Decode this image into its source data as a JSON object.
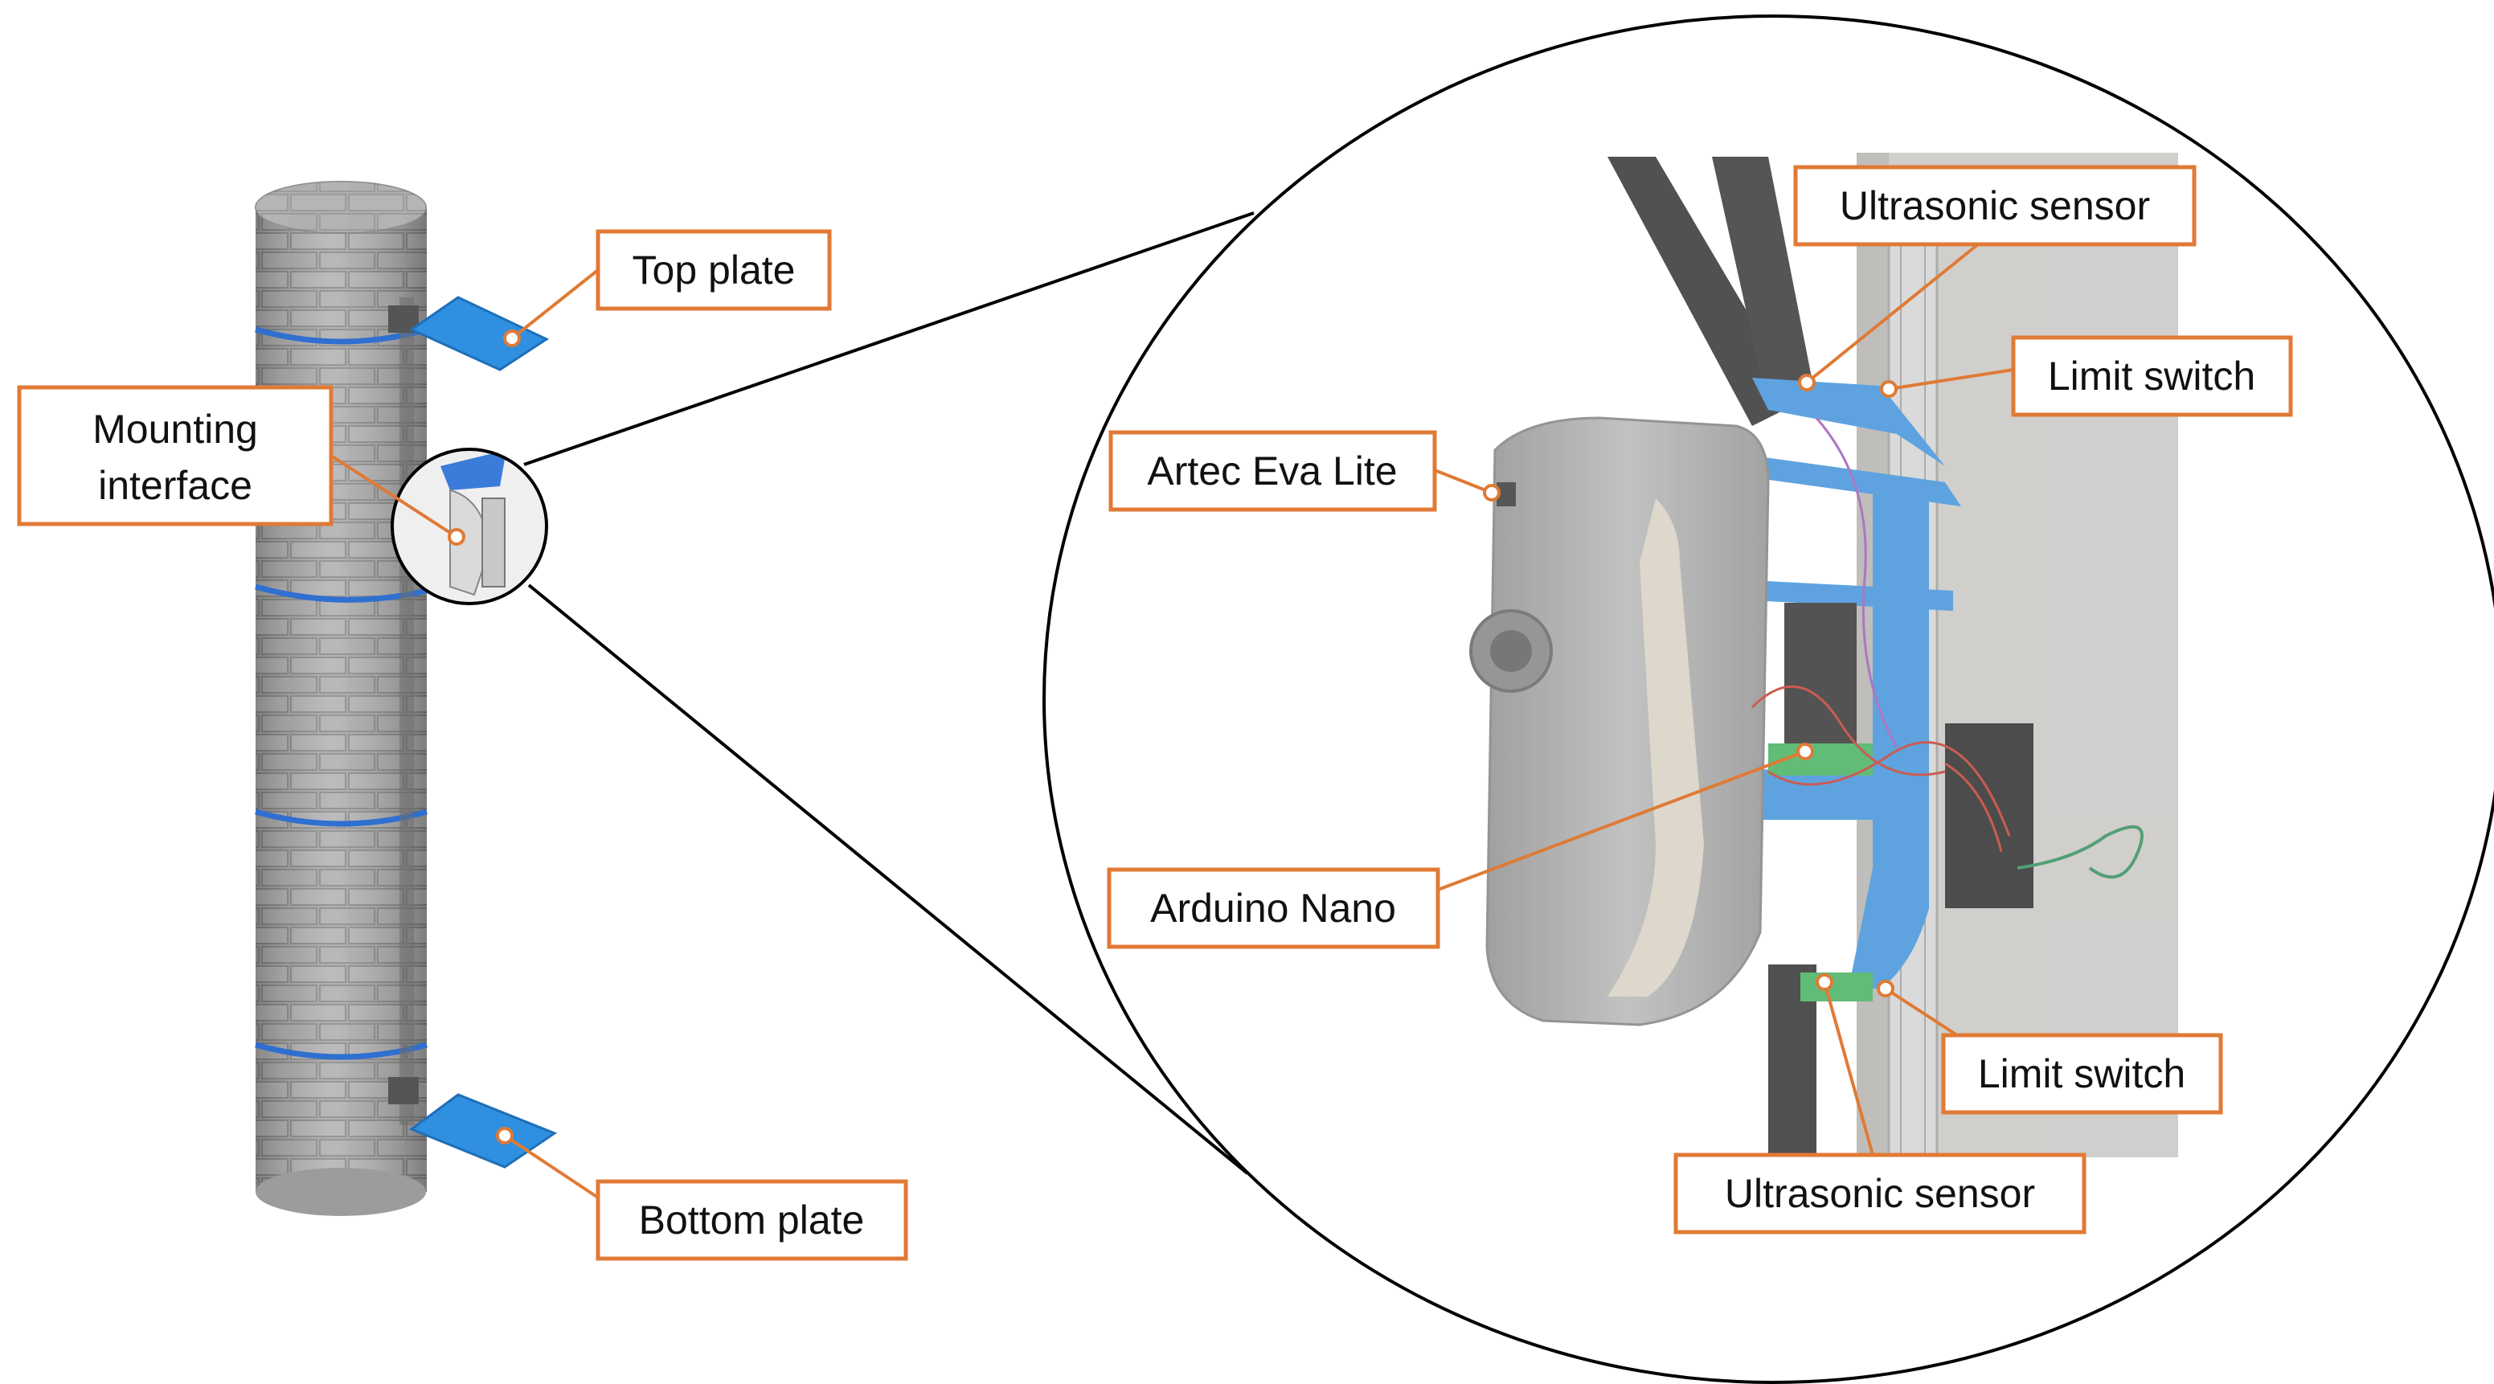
{
  "colors": {
    "callout_orange": "#E07A35",
    "plate_blue": "#2F8FE0",
    "bracket_blue": "#3B8FD9",
    "pole_gray": "#A9A9A9",
    "scanner_gray": "#9A9A9A",
    "pcb_green": "#3FAE5A"
  },
  "left_view": {
    "labels": {
      "top_plate": "Top plate",
      "mounting_interface_line1": "Mounting",
      "mounting_interface_line2": "interface",
      "bottom_plate": "Bottom plate"
    }
  },
  "detail_view": {
    "labels": {
      "ultrasonic_sensor_top": "Ultrasonic sensor",
      "limit_switch_top": "Limit switch",
      "artec_eva_lite": "Artec Eva Lite",
      "arduino_nano": "Arduino Nano",
      "limit_switch_bottom": "Limit switch",
      "ultrasonic_sensor_bottom": "Ultrasonic sensor"
    }
  }
}
